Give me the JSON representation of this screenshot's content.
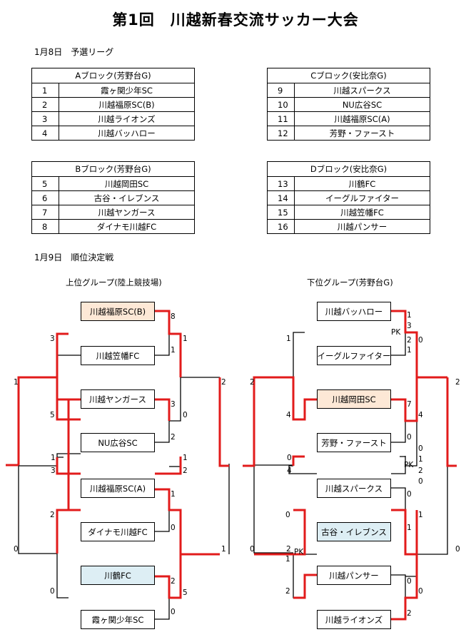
{
  "title": "第1回　川越新春交流サッカー大会",
  "day1": "1月8日　予選リーグ",
  "day2": "1月9日　順位決定戦",
  "blocks": {
    "a": {
      "name": "Aブロック(芳野台G)",
      "rows": [
        {
          "no": "1",
          "team": "霞ヶ関少年SC"
        },
        {
          "no": "2",
          "team": "川越福原SC(B)"
        },
        {
          "no": "3",
          "team": "川越ライオンズ"
        },
        {
          "no": "4",
          "team": "川越バッハロー"
        }
      ]
    },
    "b": {
      "name": "Bブロック(芳野台G)",
      "rows": [
        {
          "no": "5",
          "team": "川越岡田SC"
        },
        {
          "no": "6",
          "team": "古谷・イレブンス"
        },
        {
          "no": "7",
          "team": "川越ヤンガース"
        },
        {
          "no": "8",
          "team": "ダイナモ川越FC"
        }
      ]
    },
    "c": {
      "name": "Cブロック(安比奈G)",
      "rows": [
        {
          "no": "9",
          "team": "川越スパークス"
        },
        {
          "no": "10",
          "team": "NU広谷SC"
        },
        {
          "no": "11",
          "team": "川越福原SC(A)"
        },
        {
          "no": "12",
          "team": "芳野・ファースト"
        }
      ]
    },
    "d": {
      "name": "Dブロック(安比奈G)",
      "rows": [
        {
          "no": "13",
          "team": "川鶴FC"
        },
        {
          "no": "14",
          "team": "イーグルファイター"
        },
        {
          "no": "15",
          "team": "川越笠幡FC"
        },
        {
          "no": "16",
          "team": "川越パンサー"
        }
      ]
    }
  },
  "upper": {
    "name": "上位グループ(陸上競技場)",
    "teams": [
      "川越福原SC(B)",
      "川越笠幡FC",
      "川越ヤンガース",
      "NU広谷SC",
      "川越福原SC(A)",
      "ダイナモ川越FC",
      "川鶴FC",
      "霞ヶ関少年SC"
    ],
    "scores": [
      "8",
      "1",
      "3",
      "0",
      "2",
      "1",
      "1",
      "0",
      "2",
      "5",
      "2",
      "1",
      "1",
      "3",
      "2",
      "0",
      "0",
      "1",
      "1",
      "2"
    ]
  },
  "lower": {
    "name": "下位グループ(芳野台G)",
    "teams": [
      "川越バッハロー",
      "イーグルファイター",
      "川越岡田SC",
      "芳野・ファースト",
      "川越スパークス",
      "古谷・イレブンス",
      "川越パンサー",
      "川越ライオンズ"
    ],
    "scores": [
      "1",
      "3",
      "2",
      "1",
      "0",
      "7",
      "0",
      "4",
      "0",
      "1",
      "2",
      "0",
      "0",
      "1",
      "0",
      "2",
      "0",
      "1",
      "1",
      "4",
      "0",
      "4",
      "0",
      "2",
      "1",
      "2",
      "2",
      "0"
    ],
    "pk_labels": [
      "PK",
      "PK",
      "PK"
    ]
  }
}
